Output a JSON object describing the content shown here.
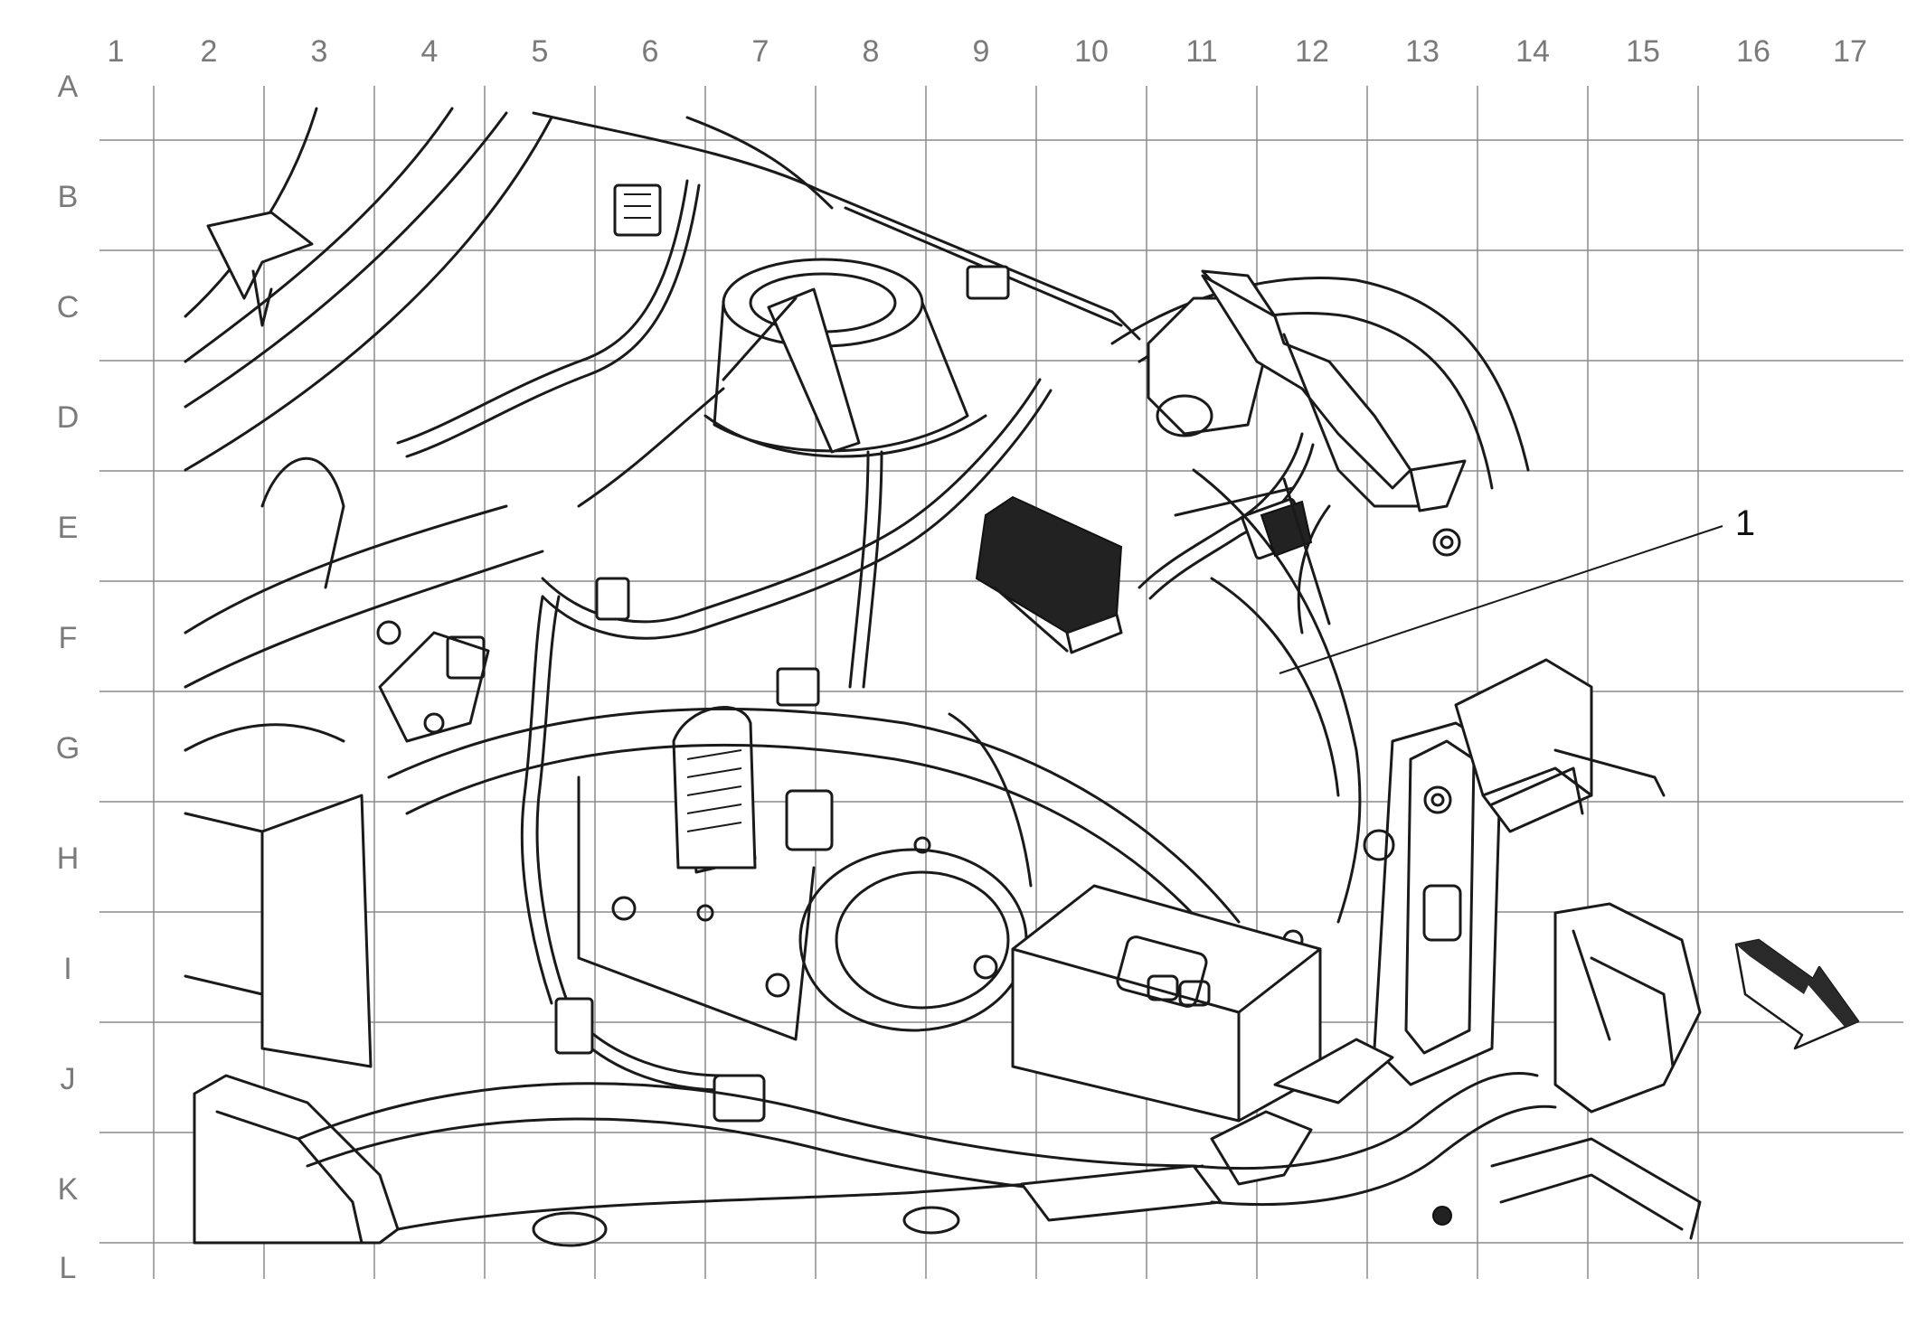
{
  "grid": {
    "columns": [
      "1",
      "2",
      "3",
      "4",
      "5",
      "6",
      "7",
      "8",
      "9",
      "10",
      "11",
      "12",
      "13",
      "14",
      "15",
      "16",
      "17"
    ],
    "rows": [
      "A",
      "B",
      "C",
      "D",
      "E",
      "F",
      "G",
      "H",
      "I",
      "J",
      "K",
      "L"
    ]
  },
  "callouts": [
    {
      "label": "1"
    }
  ],
  "icons": {
    "direction_arrow": "forward-direction-arrow-icon"
  }
}
